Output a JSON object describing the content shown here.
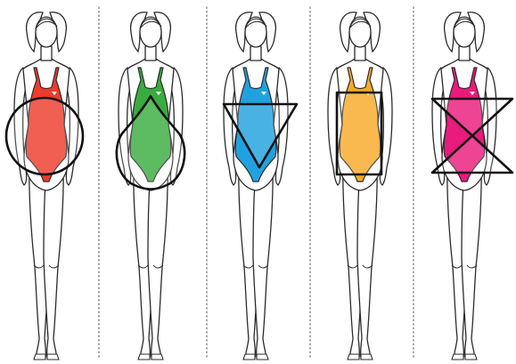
{
  "figures": [
    {
      "id": "apple",
      "shape": "circle",
      "swimsuit_color": "#ee3b2c"
    },
    {
      "id": "pear",
      "shape": "pear",
      "swimsuit_color": "#3aac3f"
    },
    {
      "id": "inverted-triangle",
      "shape": "triangle",
      "swimsuit_color": "#21a2e0"
    },
    {
      "id": "rectangle",
      "shape": "rectangle",
      "swimsuit_color": "#f8aa28"
    },
    {
      "id": "hourglass",
      "shape": "hourglass",
      "swimsuit_color": "#e91b7c"
    }
  ],
  "colors": {
    "outline": "#2b2b2b",
    "skin": "#ffffff",
    "shape_stroke": "#111111",
    "divider": "#9a9a9a",
    "background": "#ffffff"
  }
}
